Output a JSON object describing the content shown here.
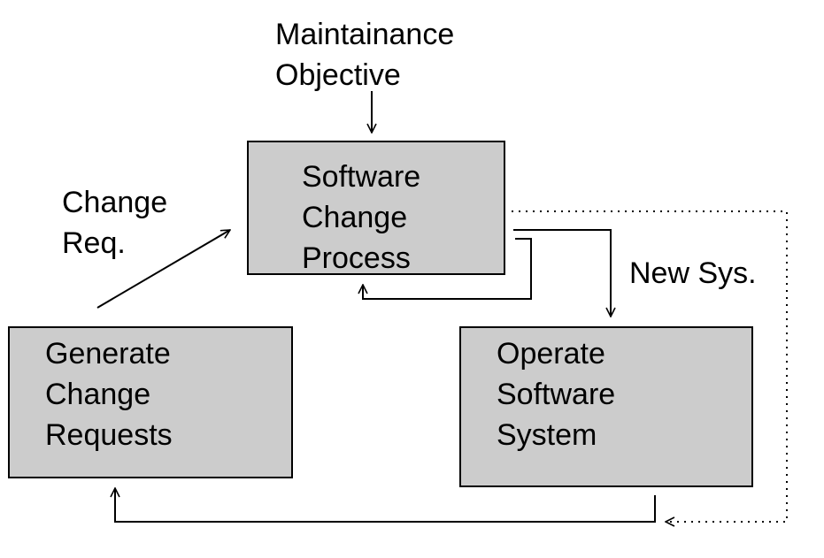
{
  "diagram": {
    "maintenance_objective": [
      "Maintainance",
      "Objective"
    ],
    "change_request_label": [
      "Change",
      "Req."
    ],
    "new_system_label": "New Sys.",
    "nodes": {
      "software_change_process": [
        "Software",
        "Change",
        "Process"
      ],
      "generate_change_requests": [
        "Generate",
        "Change",
        "Requests"
      ],
      "operate_software_system": [
        "Operate",
        "Software",
        "System"
      ]
    },
    "colors": {
      "box_fill": "#cccccc",
      "stroke": "#000000",
      "background": "#ffffff"
    }
  }
}
